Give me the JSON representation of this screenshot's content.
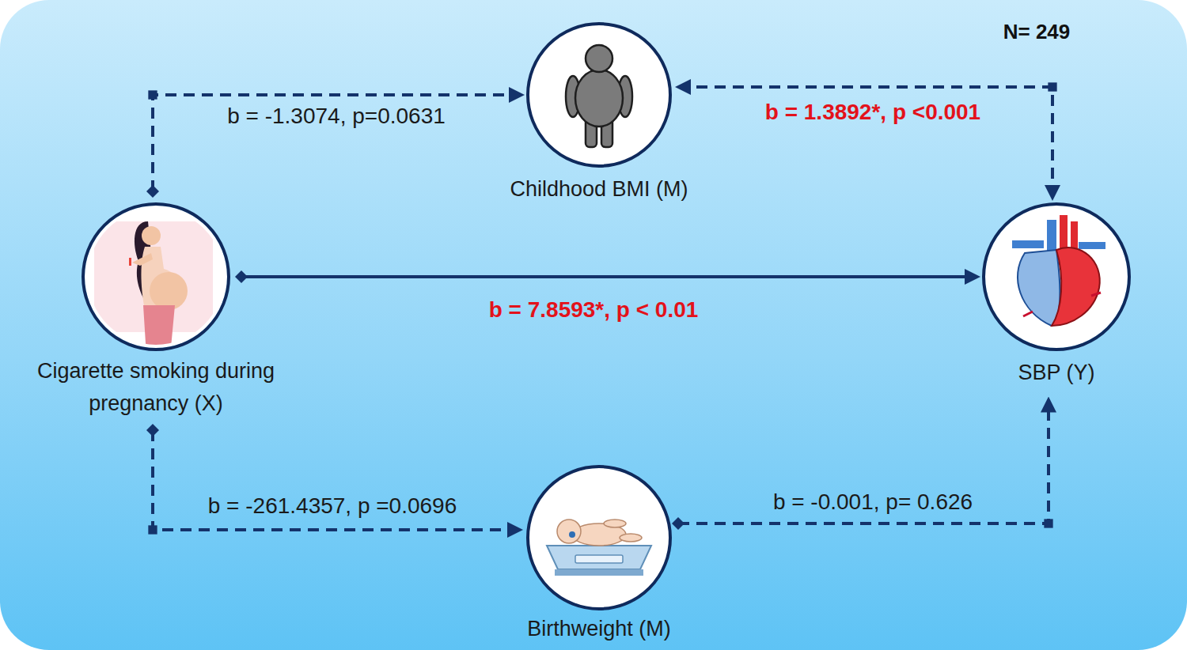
{
  "diagram": {
    "nodes": [
      {
        "text": [
          "Childhood BMI (M)"
        ]
      },
      {
        "text": [
          "Cigarette smoking during pregnancy (X)"
        ]
      },
      {
        "text": [
          "SBP (Y)"
        ]
      },
      {
        "text": [
          "Birthweight (M)"
        ]
      }
    ],
    "edges": [
      {
        "from": 1,
        "to": 0,
        "arrow": "to",
        "label": "b = -1.3074, p=0.0631"
      },
      {
        "from": 0,
        "to": 2,
        "arrow": "both",
        "label": "b = 1.3892*, p <0.001"
      },
      {
        "from": 1,
        "to": 2,
        "arrow": "to",
        "label": "b = 7.8593*, p < 0.01"
      },
      {
        "from": 1,
        "to": 3,
        "arrow": "to",
        "label": "b = -261.4357, p =0.0696"
      },
      {
        "from": 3,
        "to": 2,
        "arrow": "to",
        "label": "b = -0.001, p= 0.626"
      }
    ],
    "labels": [
      "N= 249"
    ]
  }
}
